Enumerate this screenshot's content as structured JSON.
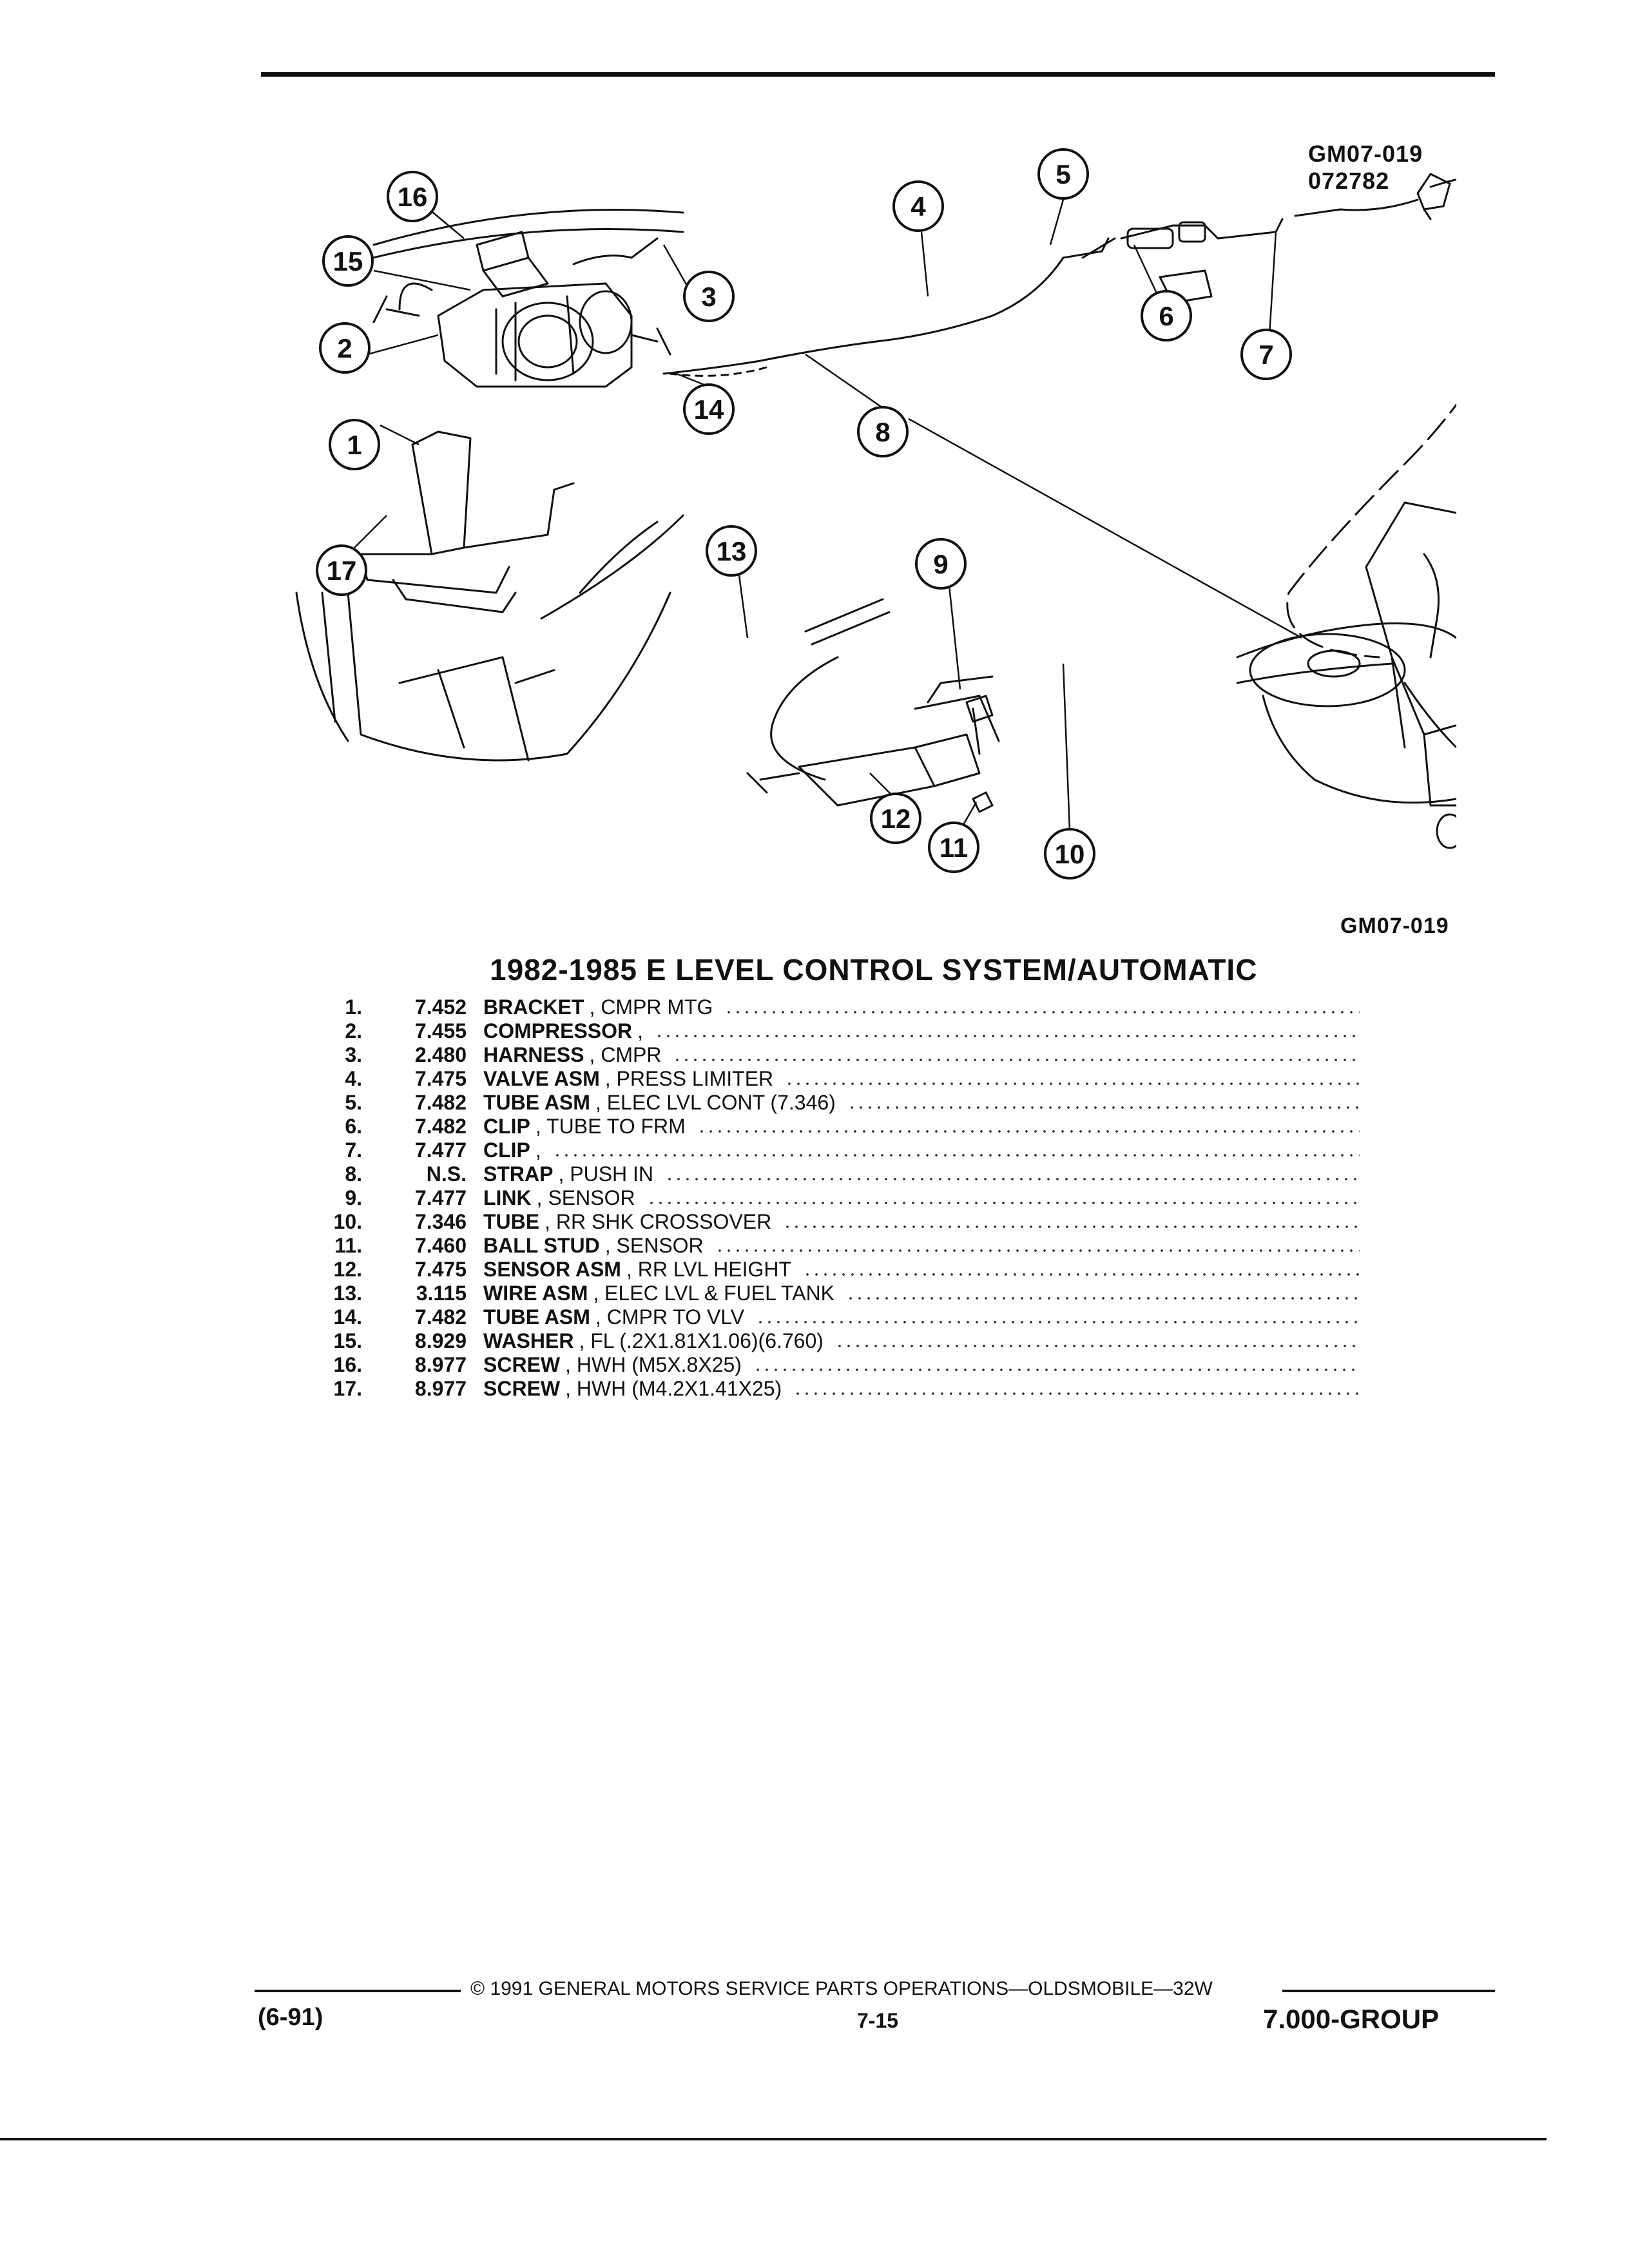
{
  "figure": {
    "code_top": "GM07-019",
    "date_code": "072782",
    "code_bottom": "GM07-019",
    "callouts": [
      "1",
      "2",
      "3",
      "4",
      "5",
      "6",
      "7",
      "8",
      "9",
      "10",
      "11",
      "12",
      "13",
      "14",
      "15",
      "16",
      "17"
    ]
  },
  "title": "1982-1985 E LEVEL CONTROL SYSTEM/AUTOMATIC",
  "parts": [
    {
      "num": "1.",
      "group": "7.452",
      "name": "BRACKET",
      "desc": ", CMPR MTG"
    },
    {
      "num": "2.",
      "group": "7.455",
      "name": "COMPRESSOR",
      "desc": ","
    },
    {
      "num": "3.",
      "group": "2.480",
      "name": "HARNESS",
      "desc": ", CMPR"
    },
    {
      "num": "4.",
      "group": "7.475",
      "name": "VALVE ASM",
      "desc": ", PRESS LIMITER"
    },
    {
      "num": "5.",
      "group": "7.482",
      "name": "TUBE ASM",
      "desc": ", ELEC LVL CONT (7.346)"
    },
    {
      "num": "6.",
      "group": "7.482",
      "name": "CLIP",
      "desc": ", TUBE TO FRM"
    },
    {
      "num": "7.",
      "group": "7.477",
      "name": "CLIP",
      "desc": ","
    },
    {
      "num": "8.",
      "group": "N.S.",
      "name": "STRAP",
      "desc": ", PUSH IN"
    },
    {
      "num": "9.",
      "group": "7.477",
      "name": "LINK",
      "desc": ", SENSOR"
    },
    {
      "num": "10.",
      "group": "7.346",
      "name": "TUBE",
      "desc": ", RR SHK CROSSOVER"
    },
    {
      "num": "11.",
      "group": "7.460",
      "name": "BALL STUD",
      "desc": ", SENSOR"
    },
    {
      "num": "12.",
      "group": "7.475",
      "name": "SENSOR ASM",
      "desc": ", RR LVL HEIGHT"
    },
    {
      "num": "13.",
      "group": "3.115",
      "name": "WIRE ASM",
      "desc": ", ELEC LVL & FUEL TANK"
    },
    {
      "num": "14.",
      "group": "7.482",
      "name": "TUBE ASM",
      "desc": ", CMPR TO VLV"
    },
    {
      "num": "15.",
      "group": "8.929",
      "name": "WASHER",
      "desc": ", FL (.2X1.81X1.06)(6.760)"
    },
    {
      "num": "16.",
      "group": "8.977",
      "name": "SCREW",
      "desc": ", HWH (M5X.8X25)"
    },
    {
      "num": "17.",
      "group": "8.977",
      "name": "SCREW",
      "desc": ", HWH (M4.2X1.41X25)"
    }
  ],
  "footer": {
    "copyright": "© 1991 GENERAL MOTORS SERVICE PARTS OPERATIONS—OLDSMOBILE—32W",
    "revision": "(6-91)",
    "page_number": "7-15",
    "group": "7.000-GROUP"
  }
}
